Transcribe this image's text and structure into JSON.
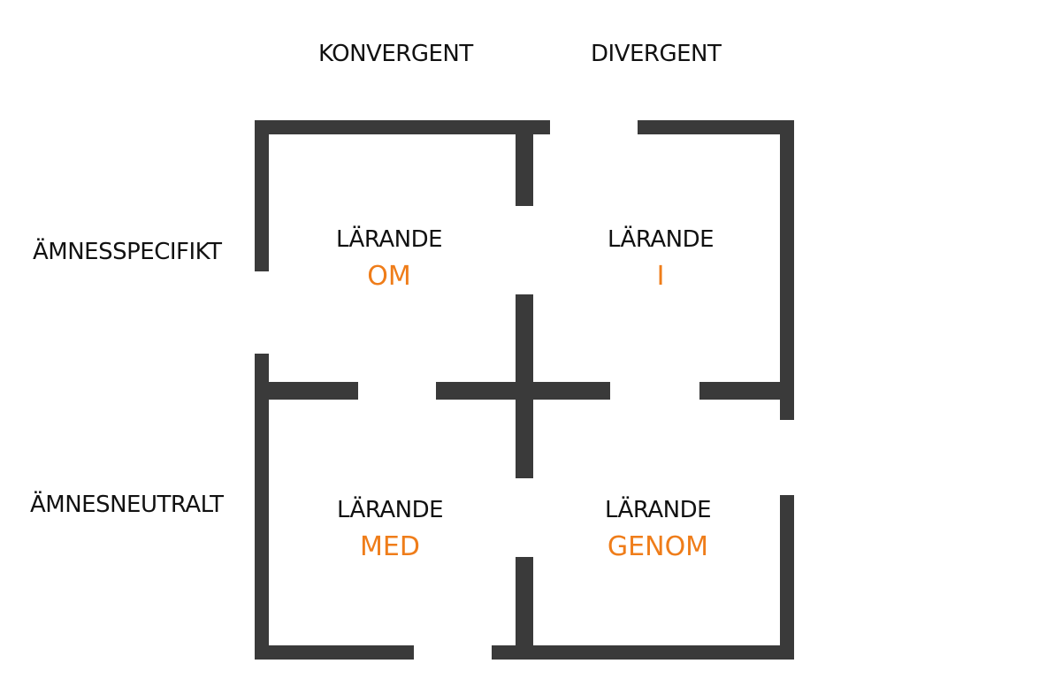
{
  "colors": {
    "wall": "#3a3a3a",
    "text": "#111111",
    "accent": "#ef7d1a"
  },
  "columns": {
    "left": "KONVERGENT",
    "right": "DIVERGENT"
  },
  "rows": {
    "top": "ÄMNESSPECIFIKT",
    "bottom": "ÄMNESNEUTRALT"
  },
  "cells": {
    "top_left": {
      "word": "LÄRANDE",
      "prep": "OM"
    },
    "top_right": {
      "word": "LÄRANDE",
      "prep": "I"
    },
    "bottom_left": {
      "word": "LÄRANDE",
      "prep": "MED"
    },
    "bottom_right": {
      "word": "LÄRANDE",
      "prep": "GENOM"
    }
  }
}
